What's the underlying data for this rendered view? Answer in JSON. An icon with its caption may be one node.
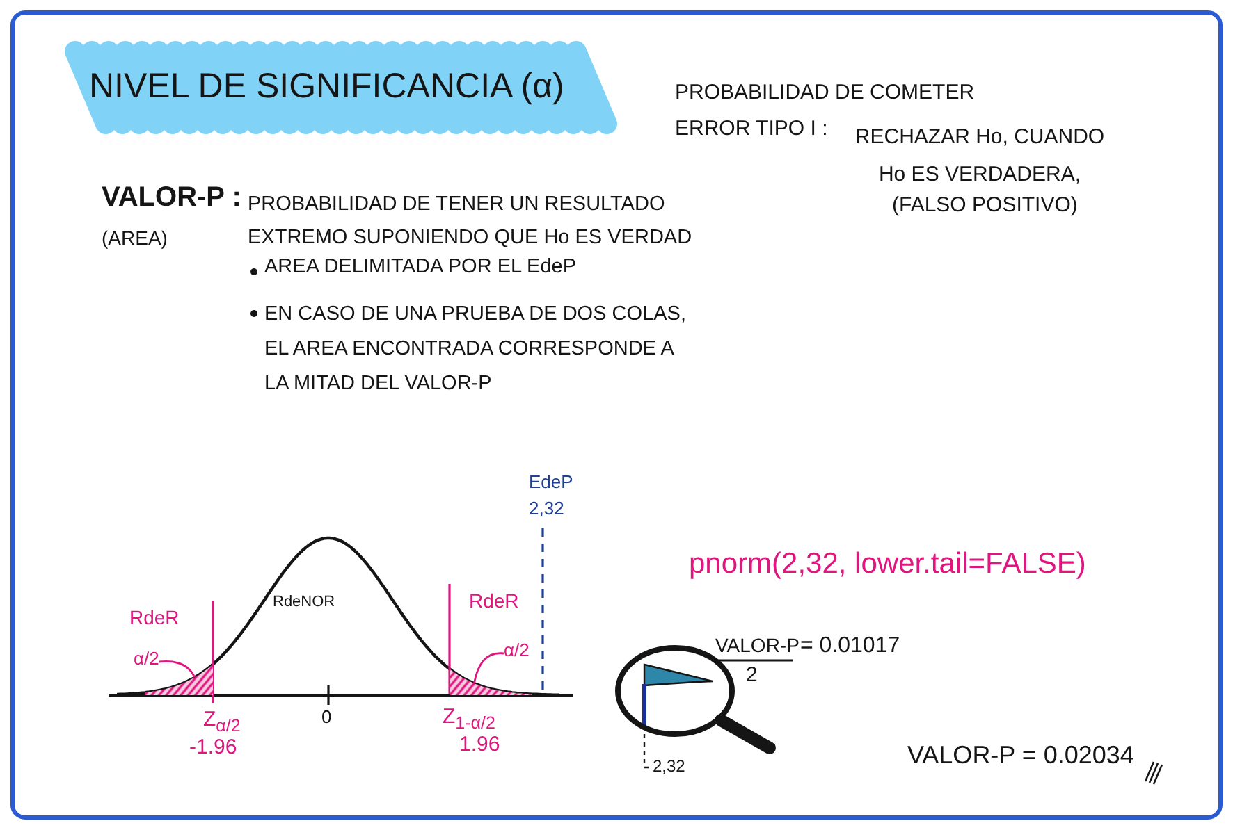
{
  "diagram": {
    "title": "NIVEL DE SIGNIFICANCIA (α)",
    "nodes": [
      {
        "text": [
          "α/2"
        ]
      },
      {
        "text": [],
        "shape": "area"
      },
      {
        "text": [
          "α/2"
        ]
      },
      {
        "text": [],
        "shape": "area"
      }
    ],
    "edges": [
      {
        "from": 0,
        "to": 1,
        "arrow": "none"
      },
      {
        "from": 2,
        "to": 3,
        "arrow": "none"
      }
    ],
    "labels": [
      "PROBABILIDAD DE COMETER",
      "ERROR TIPO I :",
      "RECHAZAR Ho, CUANDO Ho ES VERDADERA,",
      "VALOR-P :",
      "PROBABILIDAD DE TENER UN RESULTADO EXTREMO SUPONIENDO QUE Ho ES VERDAD",
      "(FALSO POSITIVO)",
      "(AREA)",
      "AREA DELIMITADA POR EL EdeP",
      "EN CASO DE UNA PRUEBA DE DOS COLAS, EL AREA ENCONTRADA CORRESPONDE A LA MITAD DEL VALOR-P",
      "EdeP",
      "2,32",
      "pnorm(2,32, lower.tail=FALSE)",
      "RdeR",
      "RdeNOR",
      "RdeR",
      "VALOR-P",
      "2",
      "= 0.01017",
      "0",
      "Z$_{α/2}$",
      "Z$_{1-α/2}$",
      "-1.96",
      "1.96",
      "VALOR-P = 0.02034",
      "2,32"
    ]
  }
}
